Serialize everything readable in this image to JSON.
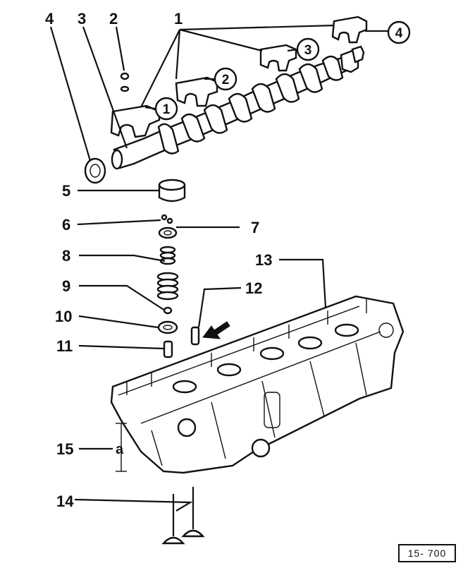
{
  "callouts": {
    "c1": "1",
    "c2": "2",
    "c3": "3",
    "c4": "4",
    "c5": "5",
    "c6": "6",
    "c7": "7",
    "c8": "8",
    "c9": "9",
    "c10": "10",
    "c11": "11",
    "c12": "12",
    "c13": "13",
    "c14": "14",
    "c15": "15"
  },
  "bearing_caps": {
    "b1": "1",
    "b2": "2",
    "b3": "3",
    "b4": "4"
  },
  "dimension_label": "a",
  "figure_ref": "15- 700"
}
